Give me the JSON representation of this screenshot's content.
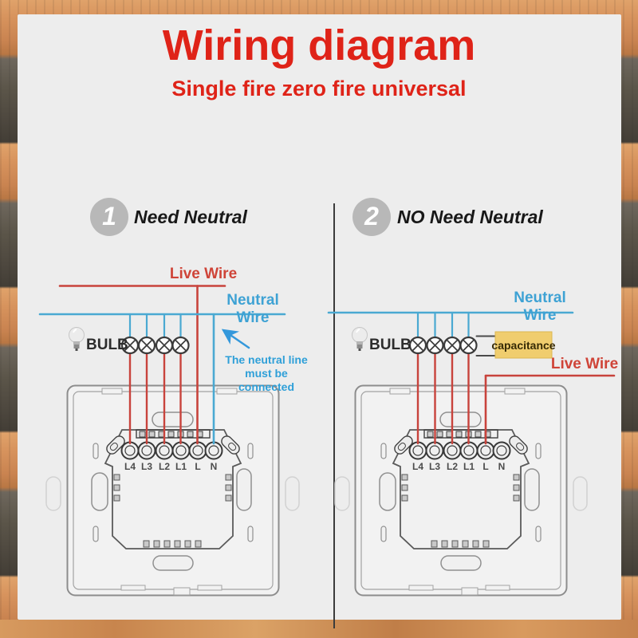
{
  "title": "Wiring diagram",
  "subtitle": "Single fire zero fire universal",
  "labels": {
    "live_wire": "Live Wire",
    "neutral_wire": "Neutral Wire",
    "bulb": "BULB",
    "capacitance": "capacitance"
  },
  "sections": {
    "left": {
      "number": "1",
      "heading": "Need Neutral",
      "note_line1": "The neutral line",
      "note_line2": "must be connected"
    },
    "right": {
      "number": "2",
      "heading": "NO Need Neutral"
    }
  },
  "terminals": [
    "L4",
    "L3",
    "L2",
    "L1",
    "L",
    "N"
  ],
  "colors": {
    "title_red": "#df2318",
    "live_wire_red": "#c8433c",
    "neutral_wire_blue": "#4aa9d2",
    "note_blue": "#2e9fd8",
    "capacitance_fill": "#f0cd6e",
    "panel_bg": "#ededed",
    "divider": "#3b3b3b"
  }
}
